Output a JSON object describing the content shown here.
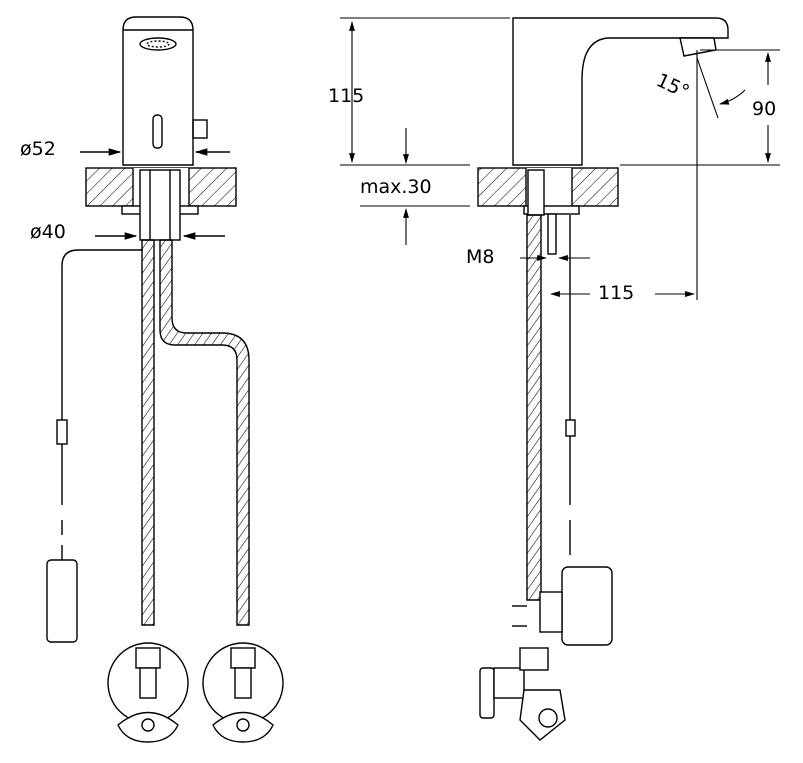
{
  "front_view": {
    "dim_spout_diameter": "ø52",
    "dim_tail_diameter": "ø40"
  },
  "side_view": {
    "dim_height": "115",
    "dim_max_thickness": "max.30",
    "dim_thread": "M8",
    "dim_projection": "115",
    "dim_angle": "15°",
    "dim_outlet_height": "90"
  },
  "colors": {
    "line": "#000000",
    "background": "#ffffff"
  }
}
